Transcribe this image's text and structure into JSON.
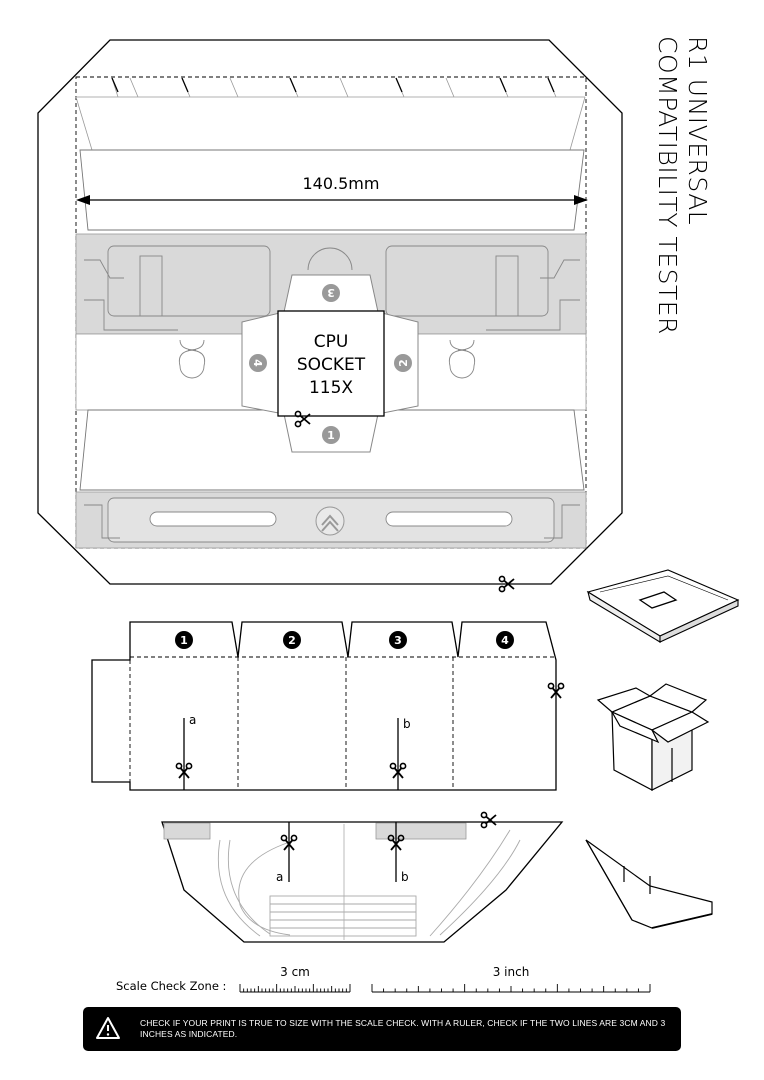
{
  "title": {
    "line1": "R1 UNIVERSAL",
    "line2": "COMPATIBILITY TESTER"
  },
  "tray": {
    "width_label": "140.5mm",
    "socket_label": {
      "line1": "CPU",
      "line2": "SOCKET",
      "line3": "115X"
    },
    "tab_numbers": [
      "1",
      "2",
      "3",
      "4"
    ]
  },
  "box_panel": {
    "flap_numbers": [
      "1",
      "2",
      "3",
      "4"
    ],
    "slot_letters": [
      "a",
      "b"
    ]
  },
  "slope_panel": {
    "slot_letters": [
      "a",
      "b"
    ]
  },
  "scale_check": {
    "zone_label": "Scale Check Zone :",
    "cm_label": "3 cm",
    "inch_label": "3 inch"
  },
  "warning": {
    "text": "CHECK IF YOUR PRINT IS TRUE TO SIZE WITH THE SCALE CHECK.  WITH A RULER, CHECK IF THE TWO LINES ARE 3CM AND 3 INCHES AS INDICATED."
  },
  "icons": [
    "scissors-icon",
    "warning-icon",
    "chevron-up-icon"
  ],
  "colors": {
    "ink": "#000000",
    "gray_fill": "#d8d8d8",
    "line_gray": "#8a8a8a",
    "white": "#ffffff"
  }
}
